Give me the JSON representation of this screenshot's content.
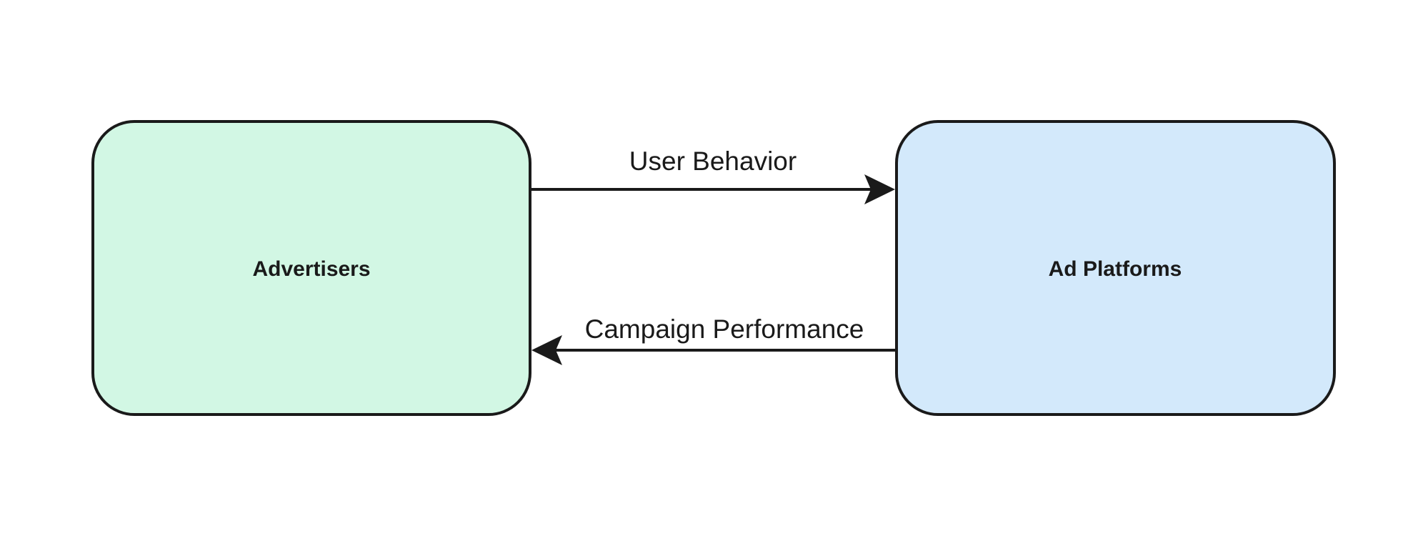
{
  "canvas": {
    "background": "#ffffff",
    "stroke_color": "#1a1a1a",
    "text_color": "#1a1a1a"
  },
  "nodes": [
    {
      "id": "advertisers",
      "label": "Advertisers",
      "fill": "#d2f7e4",
      "stroke": "#1a1a1a"
    },
    {
      "id": "ad-platforms",
      "label": "Ad Platforms",
      "fill": "#d3e9fb",
      "stroke": "#1a1a1a"
    }
  ],
  "edges": [
    {
      "label": "User Behavior",
      "from": "advertisers",
      "to": "ad-platforms",
      "direction": "left-to-right"
    },
    {
      "label": "Campaign Performance",
      "from": "ad-platforms",
      "to": "advertisers",
      "direction": "right-to-left"
    }
  ]
}
